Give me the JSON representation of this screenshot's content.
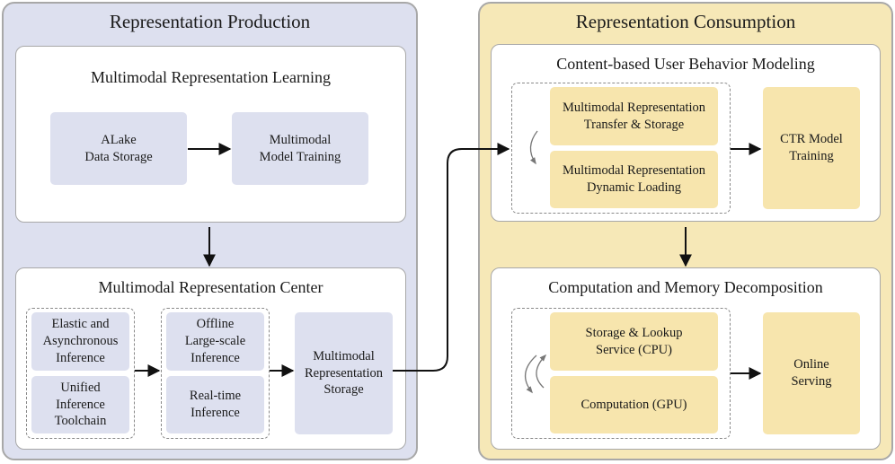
{
  "production": {
    "title": "Representation Production",
    "learning": {
      "title": "Multimodal Representation Learning",
      "alake": "ALake\nData Storage",
      "training": "Multimodal\nModel Training"
    },
    "center": {
      "title": "Multimodal Representation Center",
      "elastic": "Elastic and\nAsynchronous\nInference",
      "unified": "Unified\nInference\nToolchain",
      "offline": "Offline\nLarge-scale\nInference",
      "realtime": "Real-time\nInference",
      "storage": "Multimodal\nRepresentation\nStorage"
    }
  },
  "consumption": {
    "title": "Representation Consumption",
    "behavior": {
      "title": "Content-based User Behavior Modeling",
      "transfer": "Multimodal Representation\nTransfer & Storage",
      "loading": "Multimodal Representation\nDynamic Loading",
      "ctr": "CTR Model\nTraining"
    },
    "decomp": {
      "title": "Computation and Memory Decomposition",
      "lookup": "Storage & Lookup\nService (CPU)",
      "computation": "Computation (GPU)",
      "serving": "Online\nServing"
    }
  }
}
